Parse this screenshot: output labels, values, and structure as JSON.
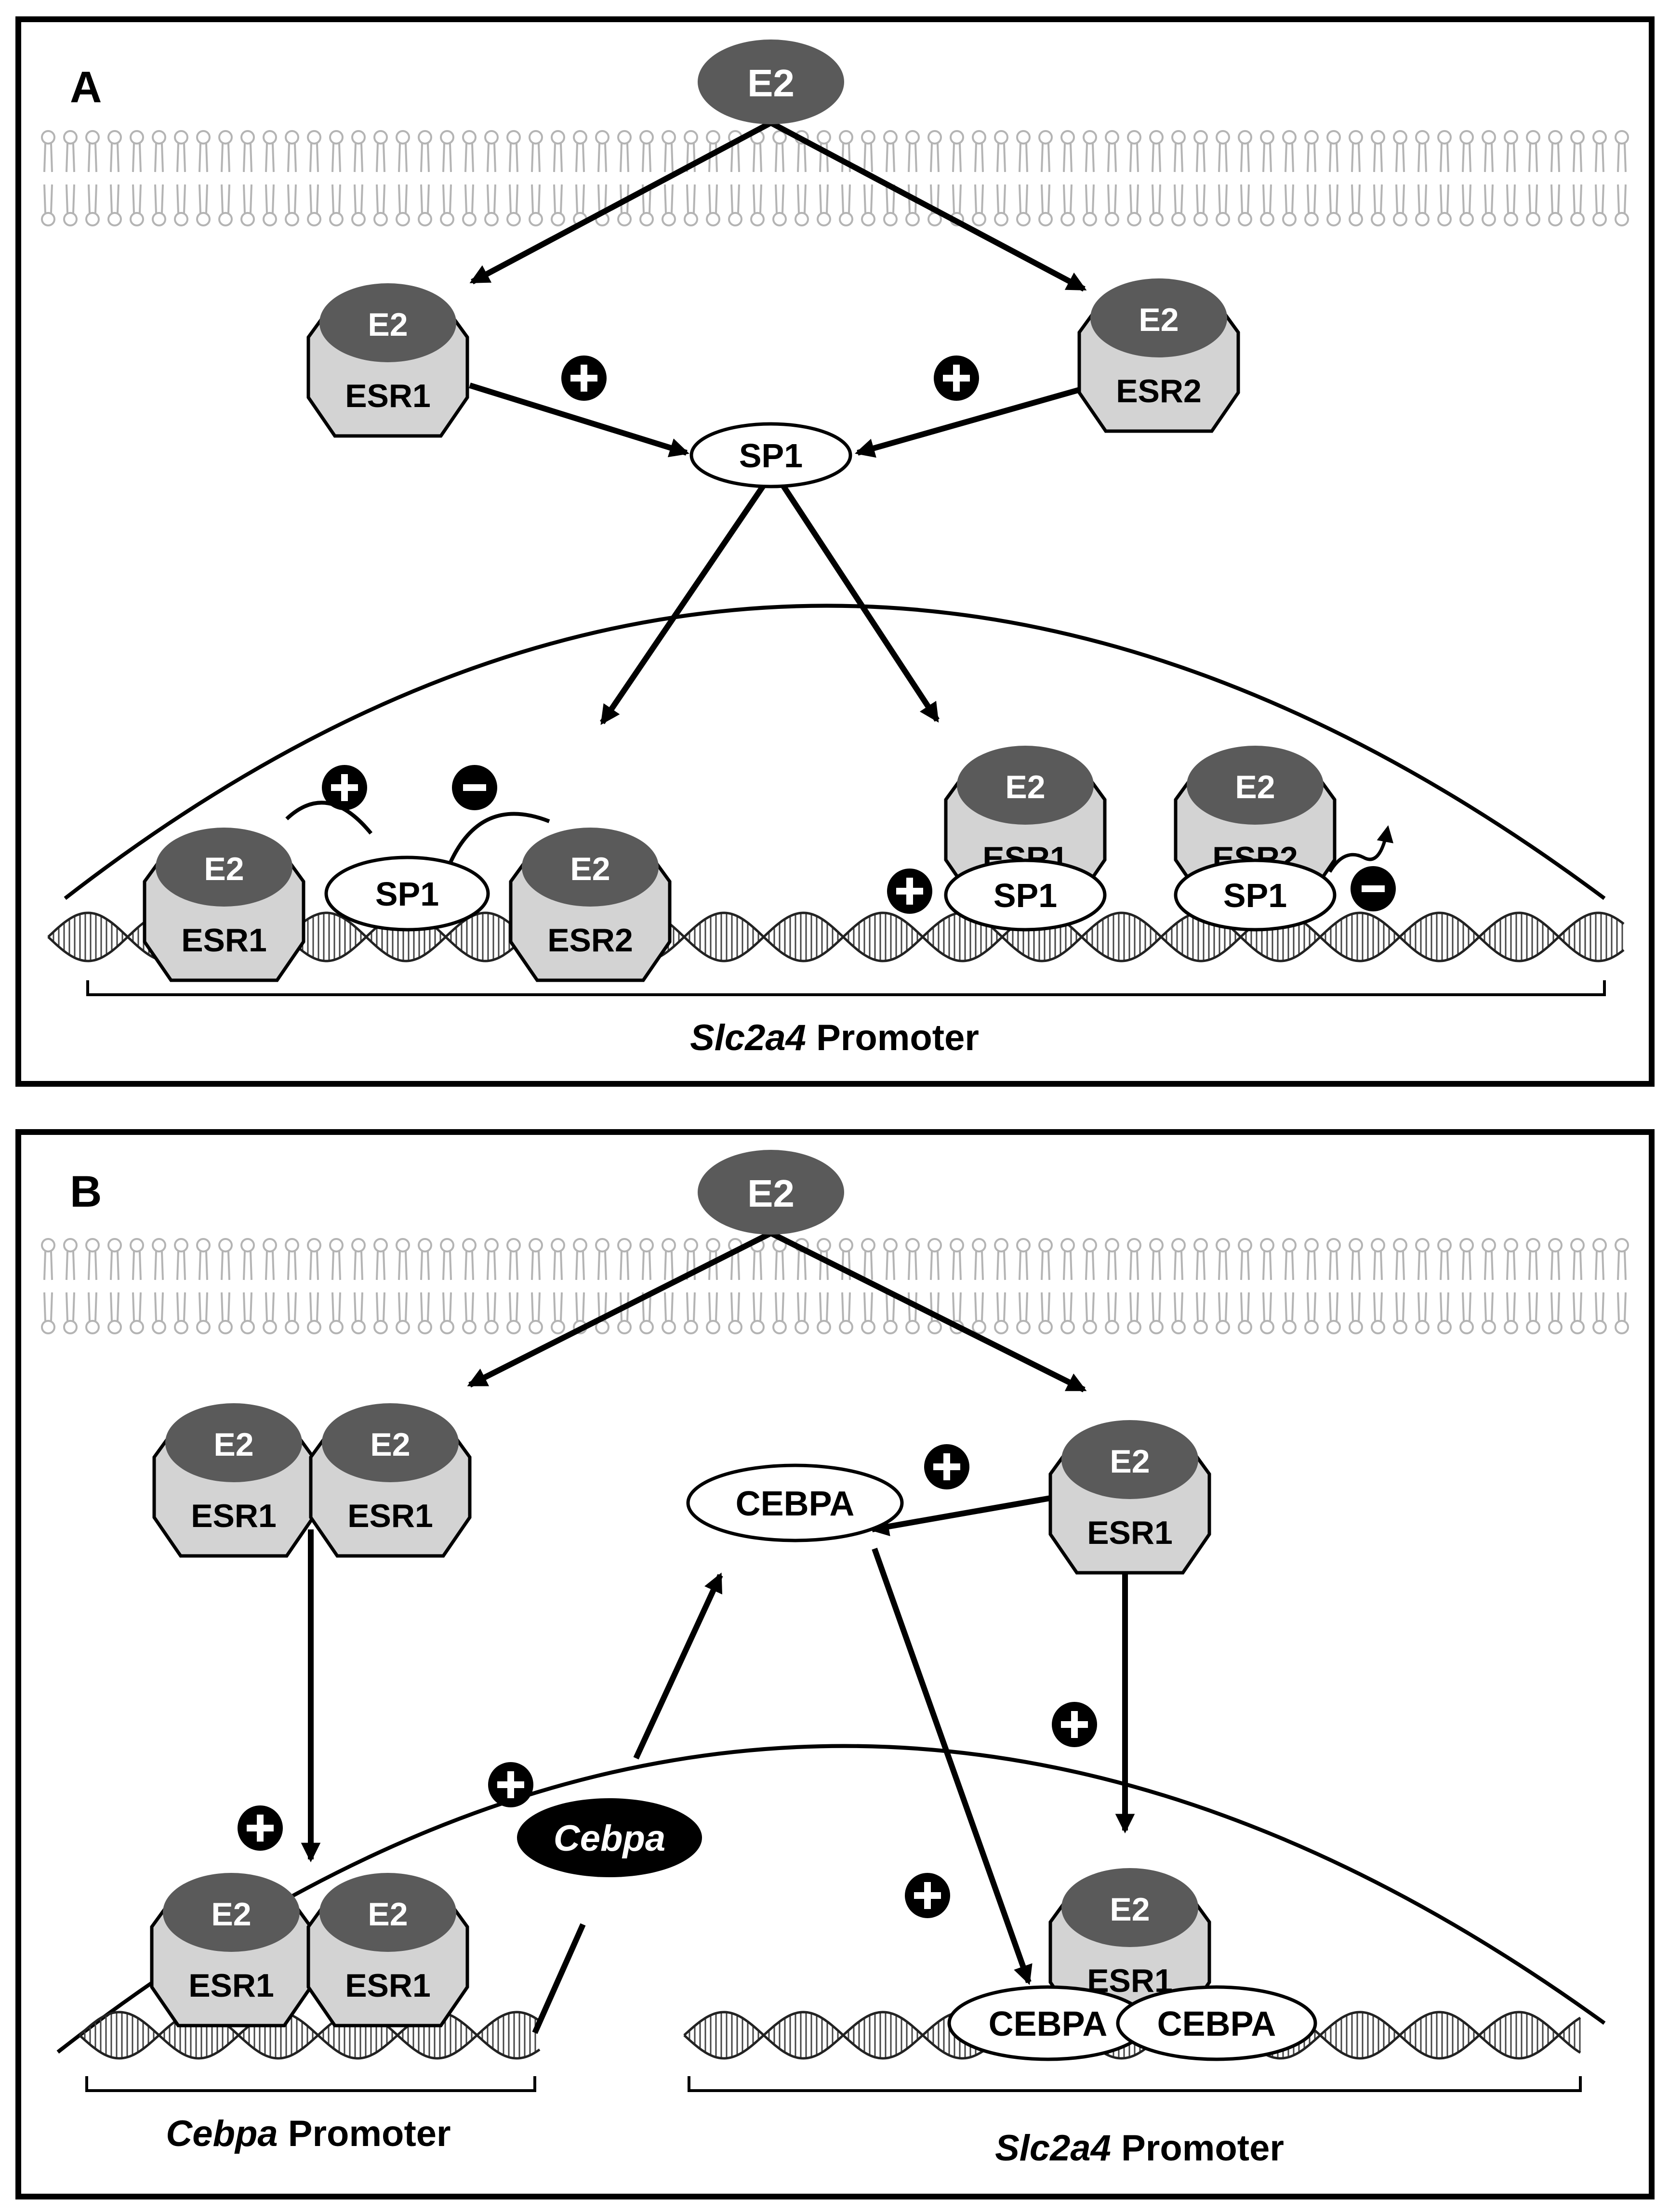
{
  "panelA": {
    "label": "A",
    "hormone": "E2",
    "ligand": "E2",
    "receptor1": "ESR1",
    "receptor2": "ESR2",
    "sp1": "SP1",
    "plus": "+",
    "minus": "-",
    "promoter_gene": "Slc2a4",
    "promoter_word": "Promoter"
  },
  "panelB": {
    "label": "B",
    "hormone": "E2",
    "ligand": "E2",
    "receptor1": "ESR1",
    "cebpa_protein": "CEBPA",
    "cebpa_mrna": "Cebpa",
    "plus": "+",
    "promoter1_gene": "Cebpa",
    "promoter2_gene": "Slc2a4",
    "promoter_word": "Promoter"
  },
  "colors": {
    "ligand": "#5a5a5a",
    "receptor": "#d3d3d3",
    "membrane": "#b4b4b4",
    "ink": "#000000"
  }
}
